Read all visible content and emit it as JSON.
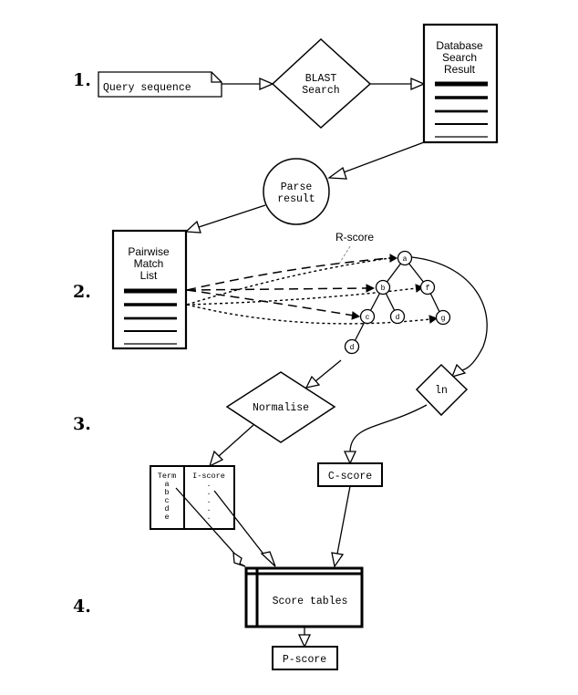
{
  "steps": [
    {
      "label": "1."
    },
    {
      "label": "2."
    },
    {
      "label": "3."
    },
    {
      "label": "4."
    }
  ],
  "nodes": {
    "query_sequence": "Query sequence",
    "blast_search": [
      "BLAST",
      "Search"
    ],
    "database_result": [
      "Database",
      "Search",
      "Result"
    ],
    "parse_result": [
      "Parse",
      "result"
    ],
    "pairwise_list": [
      "Pairwise",
      "Match",
      "List"
    ],
    "normalise": "Normalise",
    "ln": "ln",
    "c_score": "C-score",
    "score_tables": "Score tables",
    "p_score": "P-score"
  },
  "r_score_label": "R-score",
  "tree": {
    "nodes": [
      "a",
      "b",
      "f",
      "c",
      "d",
      "g",
      "d"
    ]
  },
  "iscore_table": {
    "headers": [
      "Term",
      "I-score"
    ],
    "terms": [
      "a",
      "b",
      "c",
      "d",
      "e"
    ],
    "values": [
      ".",
      ".",
      ".",
      ".",
      "."
    ]
  }
}
